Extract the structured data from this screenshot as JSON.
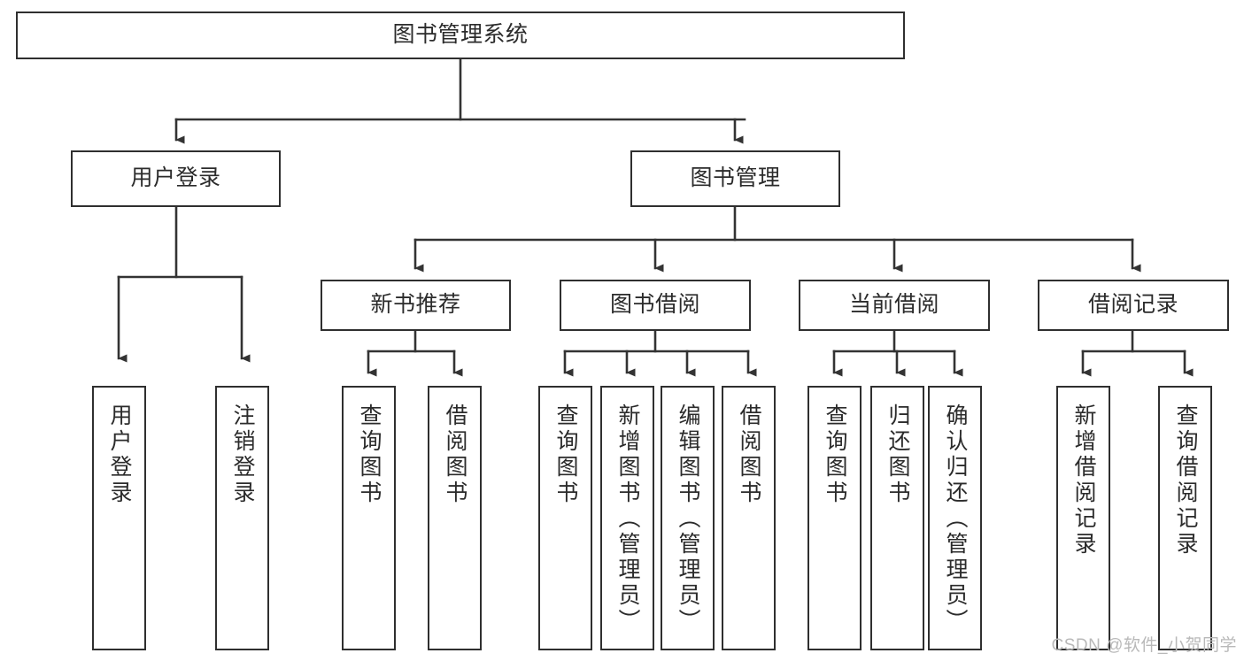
{
  "diagram": {
    "title": "图书管理系统",
    "type": "tree",
    "orientation": "top-down",
    "colors": {
      "node_border": "#2f2f2f",
      "node_fill": "#ffffff",
      "connector": "#333333",
      "text": "#2b2b2b",
      "watermark": "#b9b9b9",
      "background": "#ffffff"
    },
    "watermark": "CSDN @软件_小贺同学",
    "nodes": {
      "root": {
        "label": "图书管理系统",
        "level": 1
      },
      "level2": [
        {
          "id": "user-login",
          "label": "用户登录"
        },
        {
          "id": "book-manage",
          "label": "图书管理"
        }
      ],
      "level3": [
        {
          "id": "new-book-recommend",
          "label": "新书推荐",
          "parent": "book-manage"
        },
        {
          "id": "book-borrow",
          "label": "图书借阅",
          "parent": "book-manage"
        },
        {
          "id": "current-borrow",
          "label": "当前借阅",
          "parent": "book-manage"
        },
        {
          "id": "borrow-record",
          "label": "借阅记录",
          "parent": "book-manage"
        }
      ],
      "leaves": [
        {
          "id": "leaf-user-login",
          "label": "用户登录",
          "parent": "user-login"
        },
        {
          "id": "leaf-user-logout",
          "label": "注销登录",
          "parent": "user-login"
        },
        {
          "id": "leaf-query-book-1",
          "label": "查询图书",
          "parent": "new-book-recommend"
        },
        {
          "id": "leaf-borrow-book-1",
          "label": "借阅图书",
          "parent": "new-book-recommend"
        },
        {
          "id": "leaf-query-book-2",
          "label": "查询图书",
          "parent": "book-borrow"
        },
        {
          "id": "leaf-add-book",
          "label": "新增图书（管理员）",
          "parent": "book-borrow"
        },
        {
          "id": "leaf-edit-book",
          "label": "编辑图书（管理员）",
          "parent": "book-borrow"
        },
        {
          "id": "leaf-borrow-book-2",
          "label": "借阅图书",
          "parent": "book-borrow"
        },
        {
          "id": "leaf-query-book-3",
          "label": "查询图书",
          "parent": "current-borrow"
        },
        {
          "id": "leaf-return-book",
          "label": "归还图书",
          "parent": "current-borrow"
        },
        {
          "id": "leaf-confirm-return",
          "label": "确认归还（管理员）",
          "parent": "current-borrow"
        },
        {
          "id": "leaf-add-record",
          "label": "新增借阅记录",
          "parent": "borrow-record"
        },
        {
          "id": "leaf-query-record",
          "label": "查询借阅记录",
          "parent": "borrow-record"
        }
      ]
    }
  }
}
